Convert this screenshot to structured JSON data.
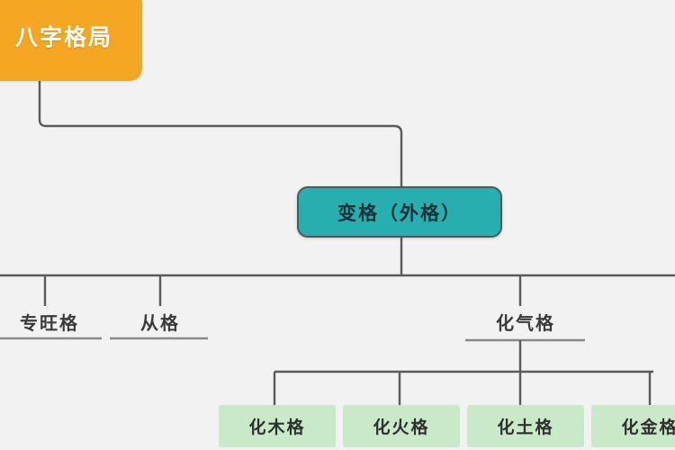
{
  "diagram": {
    "title_visible_text": "八字格局",
    "background_color": "#f2f2f2",
    "connector_color": "#5a5a5a",
    "nodes": {
      "root": {
        "label": "八字格局",
        "color": "#f5a623",
        "text_color": "#ffffff",
        "note": "orange rounded box, clipped by the left and top edges of the frame"
      },
      "branch": {
        "label": "变格（外格）",
        "color": "#26afae",
        "border_color": "#4c5a5a",
        "text_color": "#173038"
      },
      "level2": [
        {
          "label": "专旺格"
        },
        {
          "label": "从格"
        },
        {
          "label": "化气格"
        }
      ],
      "level3": [
        {
          "label": "化木格",
          "color": "#c8eac8"
        },
        {
          "label": "化火格",
          "color": "#c8eac8"
        },
        {
          "label": "化土格",
          "color": "#c8eac8"
        },
        {
          "label": "化金格",
          "color": "#c8eac8"
        }
      ]
    }
  }
}
